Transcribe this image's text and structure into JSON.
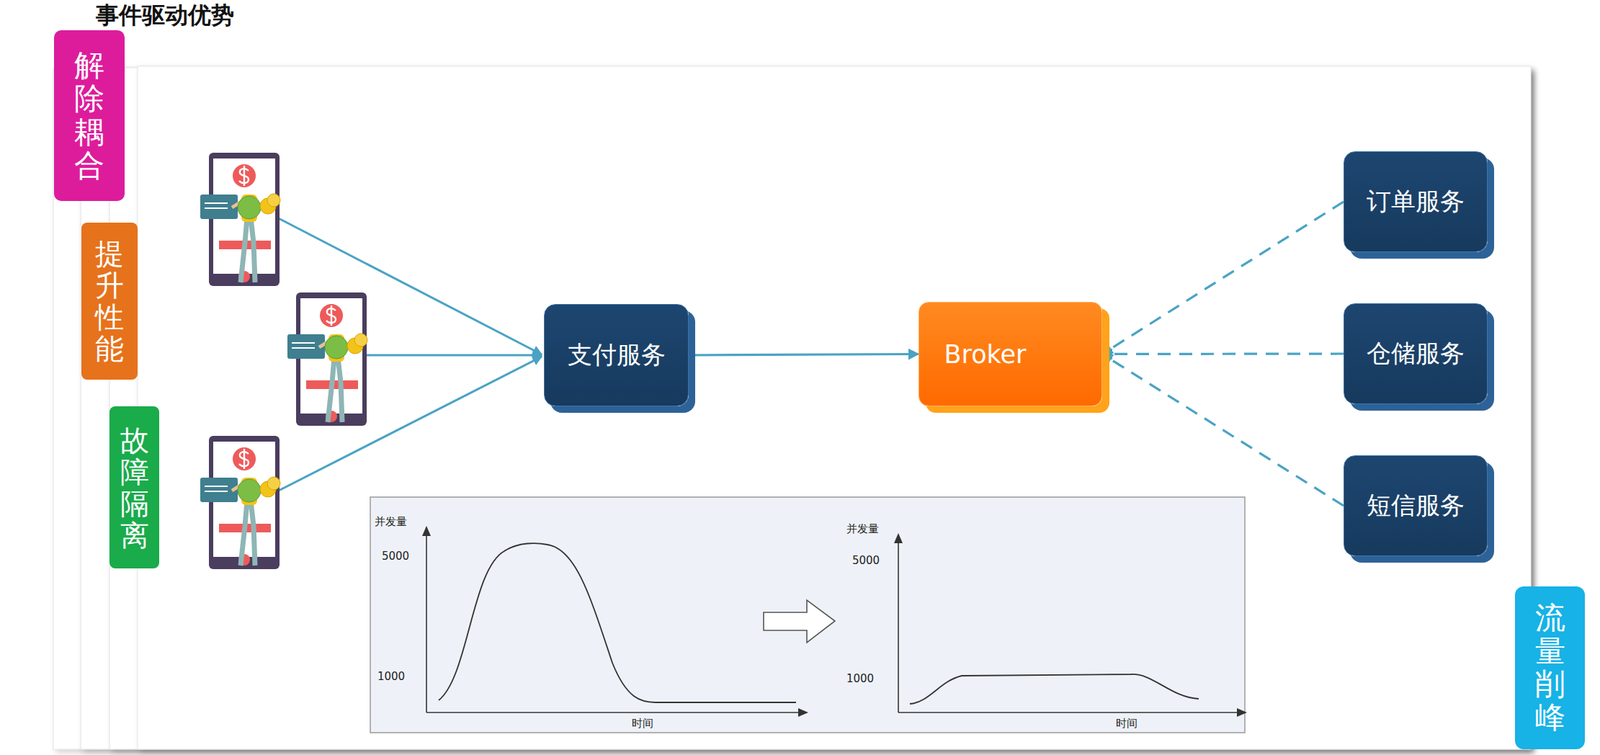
{
  "diagram": {
    "title": "事件驱动优势",
    "nodes": [
      {
        "text": [
          "解除耦合"
        ]
      },
      {
        "text": [
          "提升性能"
        ]
      },
      {
        "text": [
          "故障隔离"
        ]
      },
      {
        "text": [
          "支付服务"
        ]
      },
      {
        "text": [
          "Broker"
        ]
      },
      {
        "text": [
          "订单服务"
        ]
      },
      {
        "text": [
          "仓储服务"
        ]
      },
      {
        "text": [
          "短信服务"
        ]
      },
      {
        "text": [
          "流量削峰"
        ]
      }
    ],
    "edges": [
      {
        "from": 3,
        "to": 4,
        "arrow": "to"
      },
      {
        "from": 5,
        "to": 4,
        "arrow": "to"
      },
      {
        "from": 6,
        "to": 4,
        "arrow": "to"
      },
      {
        "from": 7,
        "to": 4,
        "arrow": "to"
      }
    ],
    "labels": [
      "并发量",
      "5000",
      "1000",
      "时间",
      "并发量",
      "5000",
      "1000",
      "时间"
    ]
  }
}
